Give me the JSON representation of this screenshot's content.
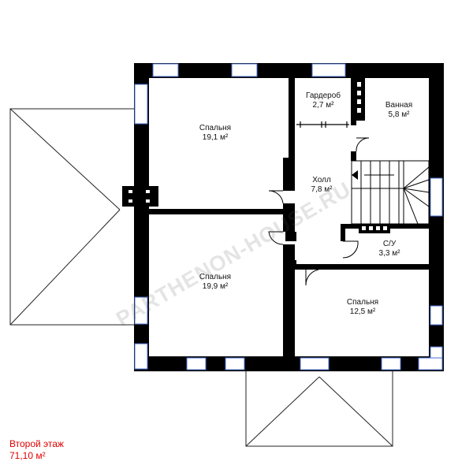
{
  "rooms": {
    "bedroom_1": {
      "name": "Спальня",
      "area": "19,1 м²"
    },
    "wardrobe": {
      "name": "Гардероб",
      "area": "2,7 м²"
    },
    "bathroom": {
      "name": "Ванная",
      "area": "5,8 м²"
    },
    "hall": {
      "name": "Холл",
      "area": "7,8 м²"
    },
    "wc": {
      "name": "С/У",
      "area": "3,3 м²"
    },
    "bedroom_2": {
      "name": "Спальня",
      "area": "19,9 м²"
    },
    "bedroom_3": {
      "name": "Спальня",
      "area": "12,5 м²"
    }
  },
  "caption": {
    "floor": "Второй этаж",
    "total_area": "71,10 м²"
  },
  "watermark": {
    "text": "PARTHENON-HOUSE.RU"
  },
  "colors": {
    "wall": "#000000",
    "window": "#4a6fd4",
    "caption": "#e00000"
  }
}
